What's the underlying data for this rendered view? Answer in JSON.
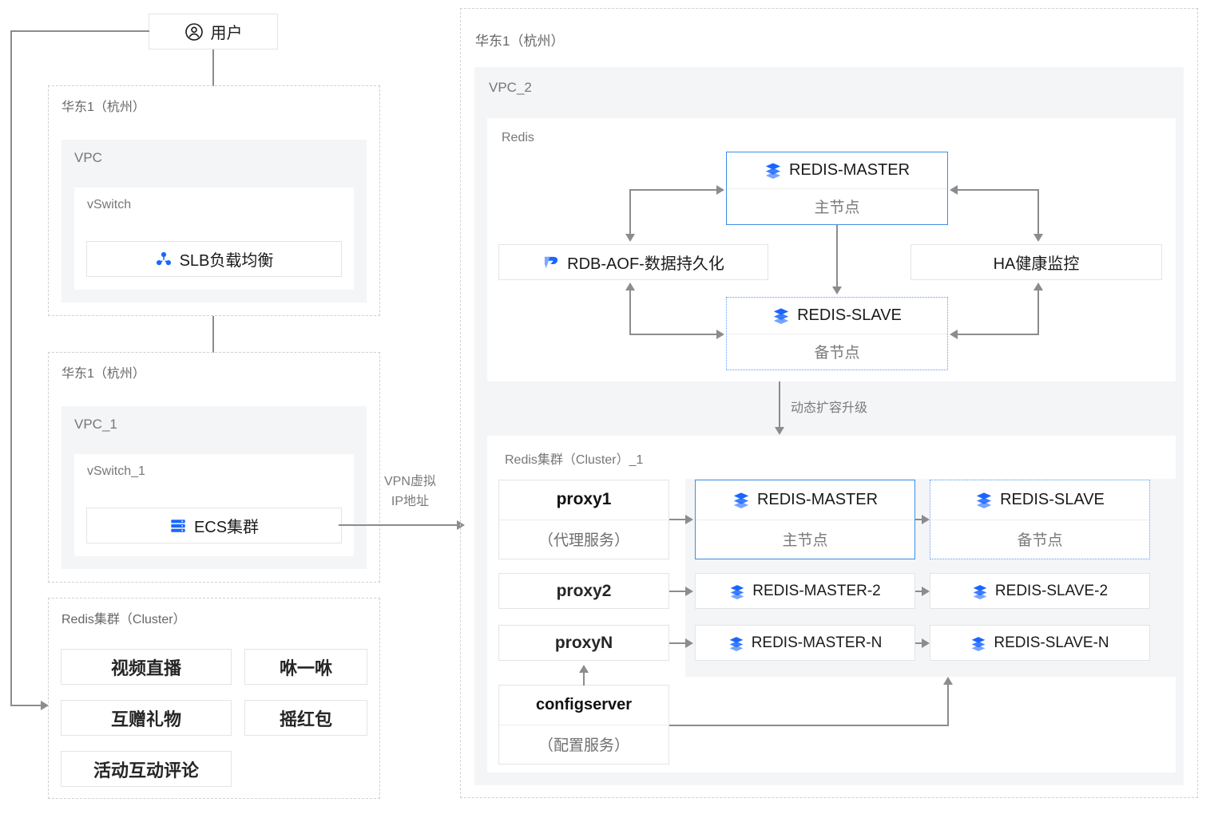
{
  "user": {
    "label": "用户",
    "icon": "user-circle-icon"
  },
  "left": {
    "region_slb": {
      "label": "华东1（杭州）",
      "vpc": {
        "label": "VPC"
      },
      "vswitch": {
        "label": "vSwitch"
      },
      "slb": {
        "label": "SLB负载均衡",
        "icon": "slb-loadbalancer-icon"
      }
    },
    "region_ecs": {
      "label": "华东1（杭州）",
      "vpc": {
        "label": "VPC_1"
      },
      "vswitch": {
        "label": "vSwitch_1"
      },
      "ecs": {
        "label": "ECS集群",
        "icon": "ecs-server-icon"
      }
    },
    "redis_cluster": {
      "label": "Redis集群（Cluster）",
      "apps": [
        "视频直播",
        "咻一咻",
        "互赠礼物",
        "摇红包",
        "活动互动评论"
      ]
    }
  },
  "edges": {
    "vpn_label_line1": "VPN虚拟",
    "vpn_label_line2": "IP地址",
    "scale_label": "动态扩容升级"
  },
  "right": {
    "region_label": "华东1（杭州）",
    "vpc": {
      "label": "VPC_2"
    },
    "redis": {
      "label": "Redis",
      "master": {
        "title": "REDIS-MASTER",
        "subtitle": "主节点",
        "icon": "redis-stack-icon"
      },
      "slave": {
        "title": "REDIS-SLAVE",
        "subtitle": "备节点",
        "icon": "redis-stack-icon"
      },
      "persistence": {
        "label": "RDB-AOF-数据持久化",
        "icon": "rdb-aof-icon"
      },
      "ha": {
        "label": "HA健康监控"
      }
    },
    "cluster": {
      "label": "Redis集群（Cluster）_1",
      "proxy1": {
        "title": "proxy1",
        "subtitle": "（代理服务）"
      },
      "proxy2": {
        "title": "proxy2"
      },
      "proxyN": {
        "title": "proxyN"
      },
      "configserver": {
        "title": "configserver",
        "subtitle": "（配置服务）"
      },
      "master1": {
        "title": "REDIS-MASTER",
        "subtitle": "主节点",
        "icon": "redis-stack-icon"
      },
      "slave1": {
        "title": "REDIS-SLAVE",
        "subtitle": "备节点",
        "icon": "redis-stack-icon"
      },
      "master2": {
        "title": "REDIS-MASTER-2",
        "icon": "redis-stack-icon"
      },
      "slave2": {
        "title": "REDIS-SLAVE-2",
        "icon": "redis-stack-icon"
      },
      "masterN": {
        "title": "REDIS-MASTER-N",
        "icon": "redis-stack-icon"
      },
      "slaveN": {
        "title": "REDIS-SLAVE-N",
        "icon": "redis-stack-icon"
      }
    }
  },
  "colors": {
    "accent_blue": "#1966ff",
    "master_border": "#3a8ee6",
    "slave_border": "#5b9bf0",
    "line": "#8c8c8c",
    "panel_gray": "#f4f5f7"
  }
}
